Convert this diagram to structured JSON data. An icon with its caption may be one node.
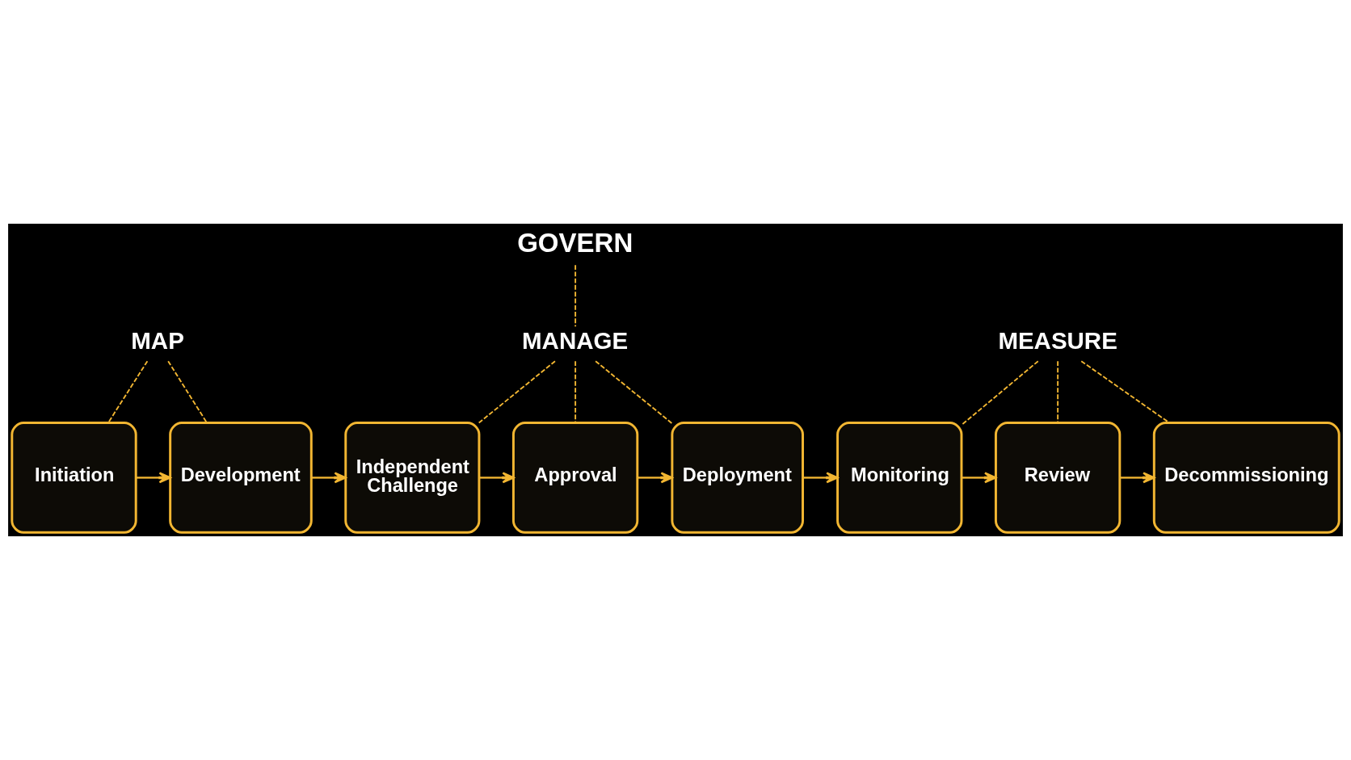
{
  "diagram": {
    "nodes": [
      {
        "text": [
          "GOVERN"
        ]
      },
      {
        "text": [
          "MAP"
        ]
      },
      {
        "text": [
          "MANAGE"
        ]
      },
      {
        "text": [
          "MEASURE"
        ]
      },
      {
        "text": [
          "Initiation"
        ]
      },
      {
        "text": [
          "Development"
        ]
      },
      {
        "text": [
          "Independent Challenge"
        ]
      },
      {
        "text": [
          "Approval"
        ]
      },
      {
        "text": [
          "Deployment"
        ]
      },
      {
        "text": [
          "Monitoring"
        ]
      },
      {
        "text": [
          "Review"
        ]
      },
      {
        "text": [
          "Decommissioning"
        ]
      }
    ],
    "edges": [
      {
        "from": 0,
        "to": 2,
        "arrow": "none",
        "style": "dashed"
      },
      {
        "from": 1,
        "to": 4,
        "arrow": "none",
        "style": "dashed"
      },
      {
        "from": 1,
        "to": 5,
        "arrow": "none",
        "style": "dashed"
      },
      {
        "from": 2,
        "to": 6,
        "arrow": "none",
        "style": "dashed"
      },
      {
        "from": 2,
        "to": 7,
        "arrow": "none",
        "style": "dashed"
      },
      {
        "from": 2,
        "to": 8,
        "arrow": "none",
        "style": "dashed"
      },
      {
        "from": 3,
        "to": 9,
        "arrow": "none",
        "style": "dashed"
      },
      {
        "from": 3,
        "to": 10,
        "arrow": "none",
        "style": "dashed"
      },
      {
        "from": 3,
        "to": 11,
        "arrow": "none",
        "style": "dashed"
      },
      {
        "from": 4,
        "to": 5,
        "arrow": "to"
      },
      {
        "from": 5,
        "to": 6,
        "arrow": "to"
      },
      {
        "from": 6,
        "to": 7,
        "arrow": "to"
      },
      {
        "from": 7,
        "to": 8,
        "arrow": "to"
      },
      {
        "from": 8,
        "to": 9,
        "arrow": "to"
      },
      {
        "from": 9,
        "to": 10,
        "arrow": "to"
      },
      {
        "from": 10,
        "to": 11,
        "arrow": "to"
      }
    ]
  }
}
